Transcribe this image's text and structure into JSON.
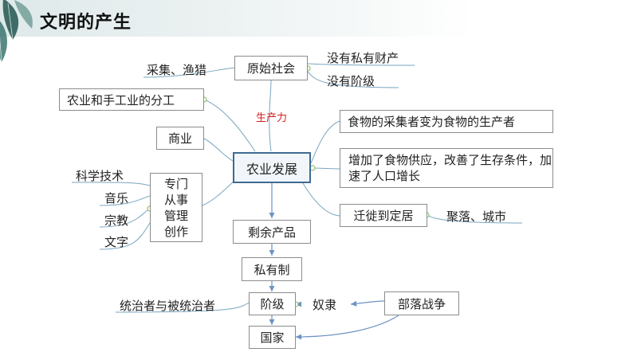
{
  "header": {
    "title": "文明的产生"
  },
  "mindmap": {
    "center": "农业发展",
    "primitive_society": "原始社会",
    "gather_hunt": "采集、渔猎",
    "no_private_property": "没有私有财产",
    "no_classes": "没有阶级",
    "productivity": "生产力",
    "division_of_labor": "农业和手工业的分工",
    "commerce": "商业",
    "specialists": [
      "专门",
      "从事",
      "管理",
      "创作"
    ],
    "sci_tech": "科学技术",
    "music": "音乐",
    "religion": "宗教",
    "writing": "文字",
    "producers": "食物的采集者变为食物的生产者",
    "food_supply": "增加了食物供应，改善了生存条件，加速了人口增长",
    "settlement": "迁徙到定居",
    "villages_cities": "聚落、城市",
    "surplus": "剩余产品",
    "private_ownership": "私有制",
    "classes": "阶级",
    "rulers_ruled": "统治者与被统治者",
    "slaves": "奴隶",
    "tribal_war": "部落战争",
    "state": "国家"
  },
  "colors": {
    "center_border": "#3f6a92",
    "branch_lines": "#7aa6c0",
    "arrows": "#6c93c4",
    "connector_dots": "#8fc16e",
    "label_red": "#d21e1e"
  }
}
